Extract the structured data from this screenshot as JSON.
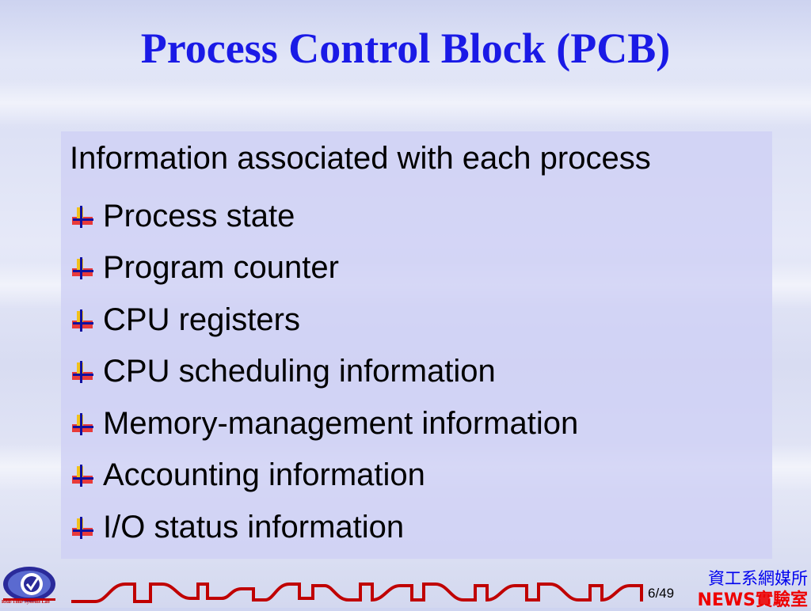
{
  "slide": {
    "title": "Process Control Block (PCB)",
    "intro": "Information associated with each process",
    "bullets": [
      "Process state",
      "Program counter",
      "CPU registers",
      "CPU scheduling information",
      "Memory-management information",
      "Accounting information",
      "I/O status information"
    ]
  },
  "footer": {
    "logo_text": "Real-Time Systems Lab",
    "page_number": "6/49",
    "department": "資工系網媒所",
    "lab": "NEWS實驗室"
  },
  "colors": {
    "title": "#1a1ae6",
    "department": "#0000ee",
    "lab": "#ee0000",
    "strip": "#c00000"
  },
  "icons": {
    "bullet": "flag-cross-icon",
    "logo": "rts-lab-logo-icon"
  }
}
